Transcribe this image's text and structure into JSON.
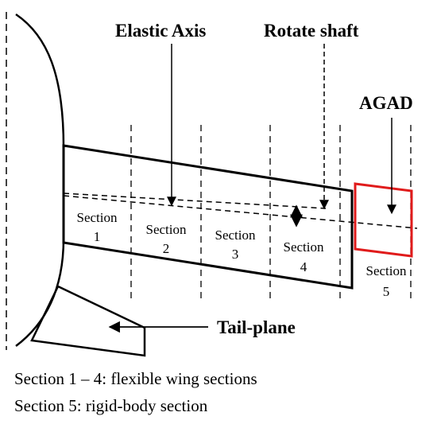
{
  "labels": {
    "elastic_axis": "Elastic Axis",
    "rotate_shaft": "Rotate shaft",
    "agad": "AGAD",
    "tail_plane": "Tail-plane"
  },
  "sections": [
    {
      "word": "Section",
      "number": "1"
    },
    {
      "word": "Section",
      "number": "2"
    },
    {
      "word": "Section",
      "number": "3"
    },
    {
      "word": "Section",
      "number": "4"
    },
    {
      "word": "Section",
      "number": "5"
    }
  ],
  "caption": {
    "line1": "Section 1 – 4: flexible wing sections",
    "line2": "Section 5: rigid-body section"
  },
  "colors": {
    "outline": "#000000",
    "agad": "#e01b1b"
  }
}
